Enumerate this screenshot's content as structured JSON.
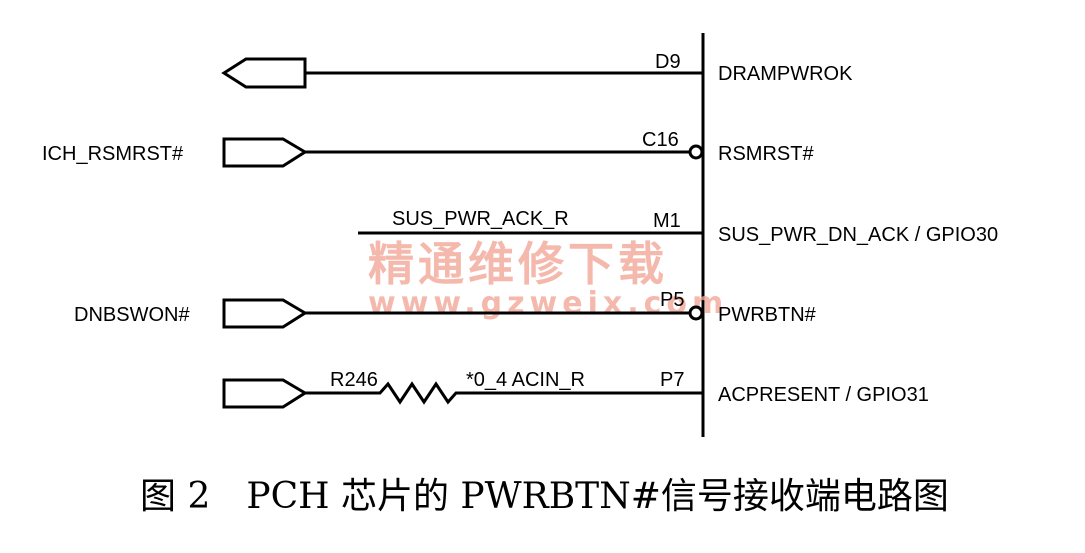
{
  "pins": [
    {
      "number": "D9",
      "name": "DRAMPWROK"
    },
    {
      "number": "C16",
      "name": "RSMRST#"
    },
    {
      "number": "M1",
      "name": "SUS_PWR_DN_ACK / GPIO30"
    },
    {
      "number": "P5",
      "name": "PWRBTN#"
    },
    {
      "number": "P7",
      "name": "ACPRESENT / GPIO31"
    }
  ],
  "nets": {
    "rsmrst": "ICH_RSMRST#",
    "sus_pwr_ack": "SUS_PWR_ACK_R",
    "pwrbtn": "DNBSWON#",
    "acin": "*0_4 ACIN_R"
  },
  "resistor": {
    "ref": "R246"
  },
  "watermark": {
    "title": "精通维修下载",
    "url": "www.gzweix.com"
  },
  "caption": "图 2　PCH 芯片的 PWRBTN#信号接收端电路图"
}
